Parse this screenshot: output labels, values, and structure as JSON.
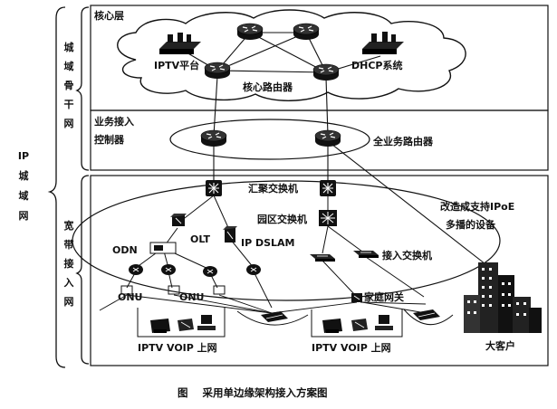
{
  "labels": {
    "ip_metro": [
      "IP",
      "城",
      "域",
      "网"
    ],
    "metro_backbone": [
      "城",
      "域",
      "骨",
      "干",
      "网"
    ],
    "broadband_access": [
      "宽",
      "带",
      "接",
      "入",
      "网"
    ],
    "core_layer": "核心层",
    "iptv_platform": "IPTV平台",
    "dhcp_system": "DHCP系统",
    "core_router": "核心路由器",
    "bras_line1": "业务接入",
    "bras_line2": "控制器",
    "full_service_router": "全业务路由器",
    "aggregation_switch": "汇聚交换机",
    "campus_switch": "园区交换机",
    "upgrade_line1": "改造成支持IPoE",
    "upgrade_line2": "多播的设备",
    "olt": "OLT",
    "odn": "ODN",
    "ip_dslam": "IP DSLAM",
    "access_switch": "接入交换机",
    "onu_left": "ONU",
    "onu_right": "ONU",
    "home_gateway": "家庭网关",
    "services_left": "IPTV VOIP 上网",
    "services_right": "IPTV VOIP 上网",
    "big_customer": "大客户",
    "caption": "图    采用单边缘架构接入方案图"
  }
}
